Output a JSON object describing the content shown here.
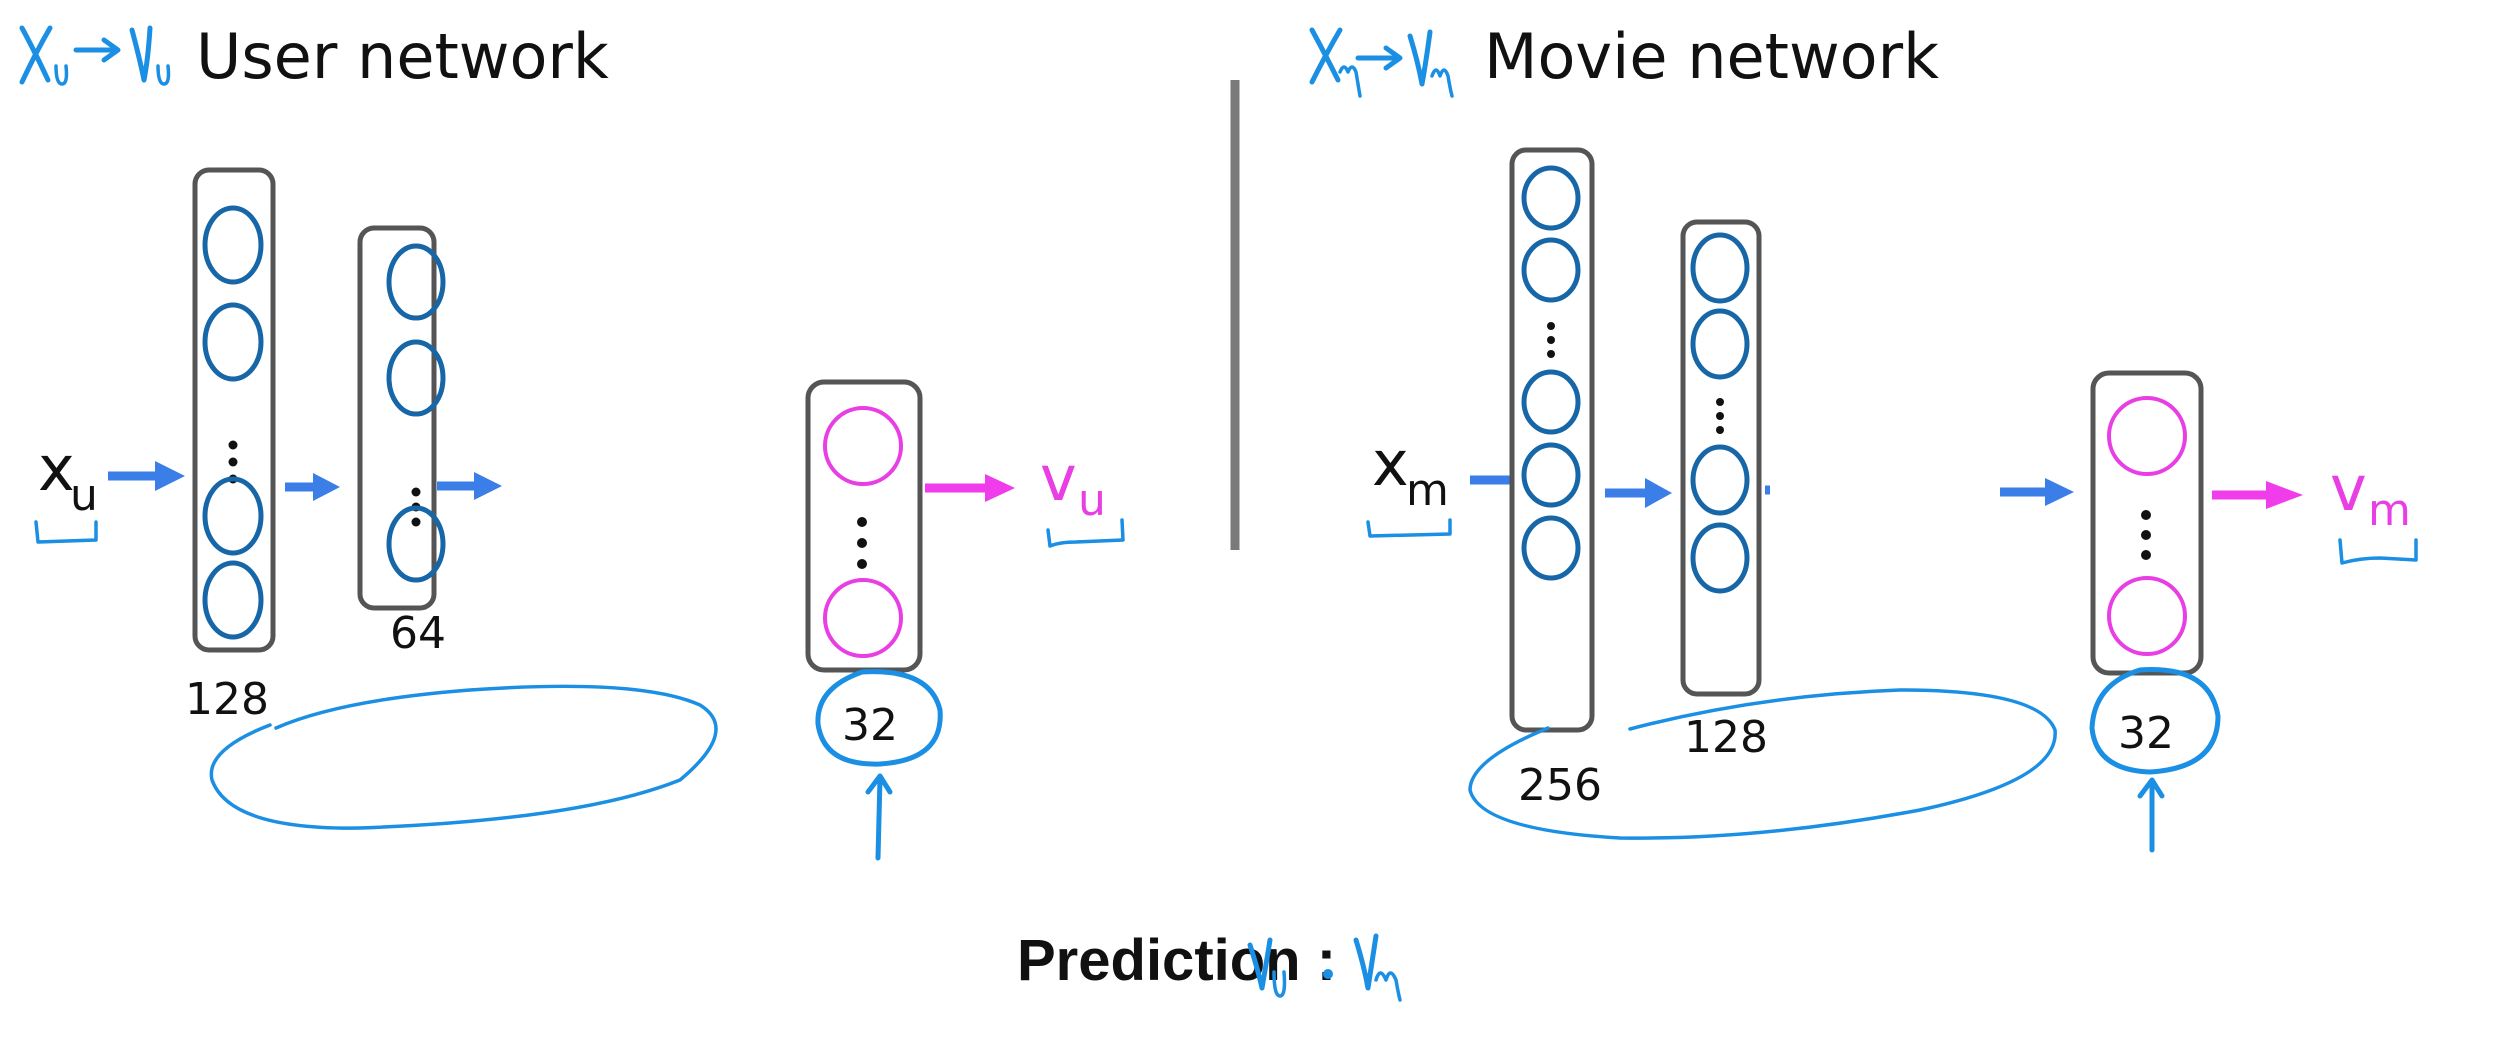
{
  "colors": {
    "annotation_blue": "#1a8fe3",
    "neuron_blue": "#1767a8",
    "output_pink": "#e83ee3",
    "arrow_blue": "#3b7ee8",
    "box_gray": "#555555",
    "divider_gray": "#7a7a7a"
  },
  "user_network": {
    "handwritten_mapping": {
      "from": "X",
      "from_sub": "u",
      "to": "V",
      "to_sub": "u"
    },
    "title": "User network",
    "input": {
      "symbol": "x",
      "sub": "u"
    },
    "output": {
      "symbol": "v",
      "sub": "u"
    },
    "layers": [
      {
        "size_label": "128",
        "visible_neurons": 4,
        "neuron_color": "blue",
        "ellipsis_after": 2
      },
      {
        "size_label": "64",
        "visible_neurons": 3,
        "neuron_color": "blue",
        "ellipsis_after": 2
      },
      {
        "size_label": "32",
        "visible_neurons": 2,
        "neuron_color": "pink",
        "ellipsis_after": 1
      }
    ]
  },
  "movie_network": {
    "handwritten_mapping": {
      "from": "X",
      "from_sub": "m",
      "to": "V",
      "to_sub": "m"
    },
    "title": "Movie network",
    "input": {
      "symbol": "x",
      "sub": "m"
    },
    "output": {
      "symbol": "v",
      "sub": "m"
    },
    "layers": [
      {
        "size_label": "256",
        "visible_neurons": 5,
        "neuron_color": "blue",
        "ellipsis_after": 2
      },
      {
        "size_label": "128",
        "visible_neurons": 4,
        "neuron_color": "blue",
        "ellipsis_after": 2
      },
      {
        "size_label": "32",
        "visible_neurons": 2,
        "neuron_color": "pink",
        "ellipsis_after": 1
      }
    ]
  },
  "prediction": {
    "label": "Prediction :",
    "expression_left": "V",
    "expression_left_sub": "u",
    "operator": "·",
    "expression_right": "V",
    "expression_right_sub": "m"
  }
}
